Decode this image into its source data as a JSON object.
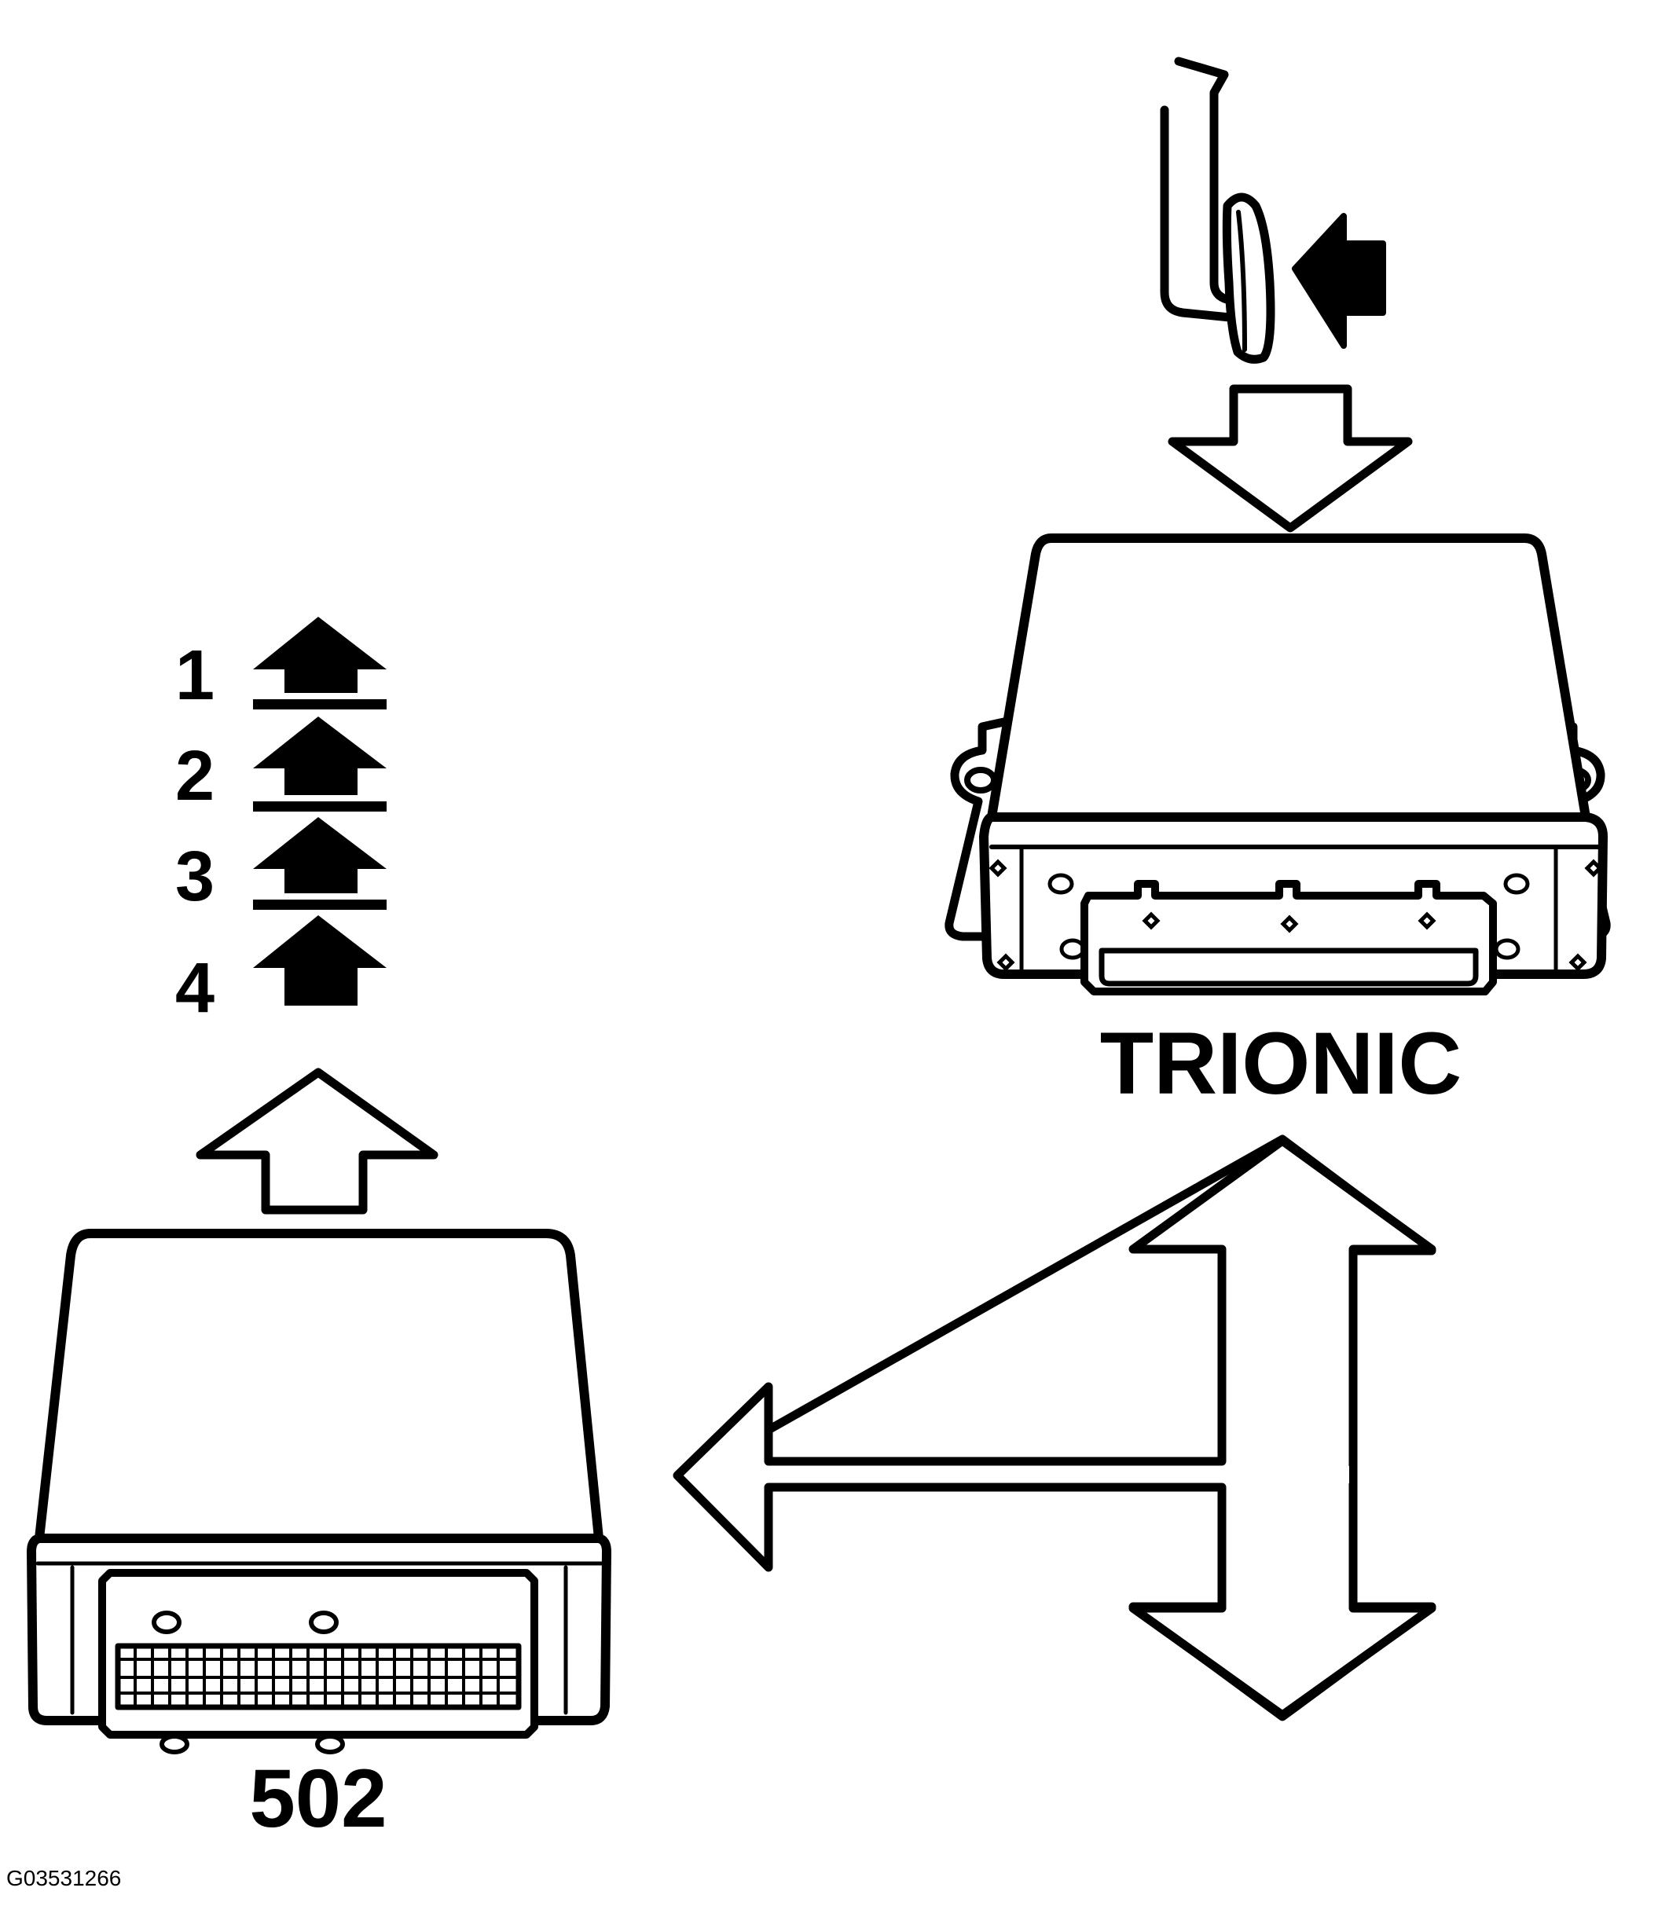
{
  "labels": {
    "trionic": "TRIONIC",
    "module_502": "502",
    "figure_id": "G03531266"
  },
  "gears": [
    {
      "label": "1"
    },
    {
      "label": "2"
    },
    {
      "label": "3"
    },
    {
      "label": "4"
    }
  ],
  "colors": {
    "ink": "#000000",
    "paper": "#ffffff"
  },
  "icons": {
    "pedal": "accelerator-pedal-icon",
    "press_arrow": "solid-arrow-left-icon",
    "signal_down": "hollow-arrow-down-icon",
    "signal_up": "hollow-arrow-up-icon",
    "bus": "hollow-t-arrow-icon",
    "upshift": "upshift-arrow-icon"
  }
}
